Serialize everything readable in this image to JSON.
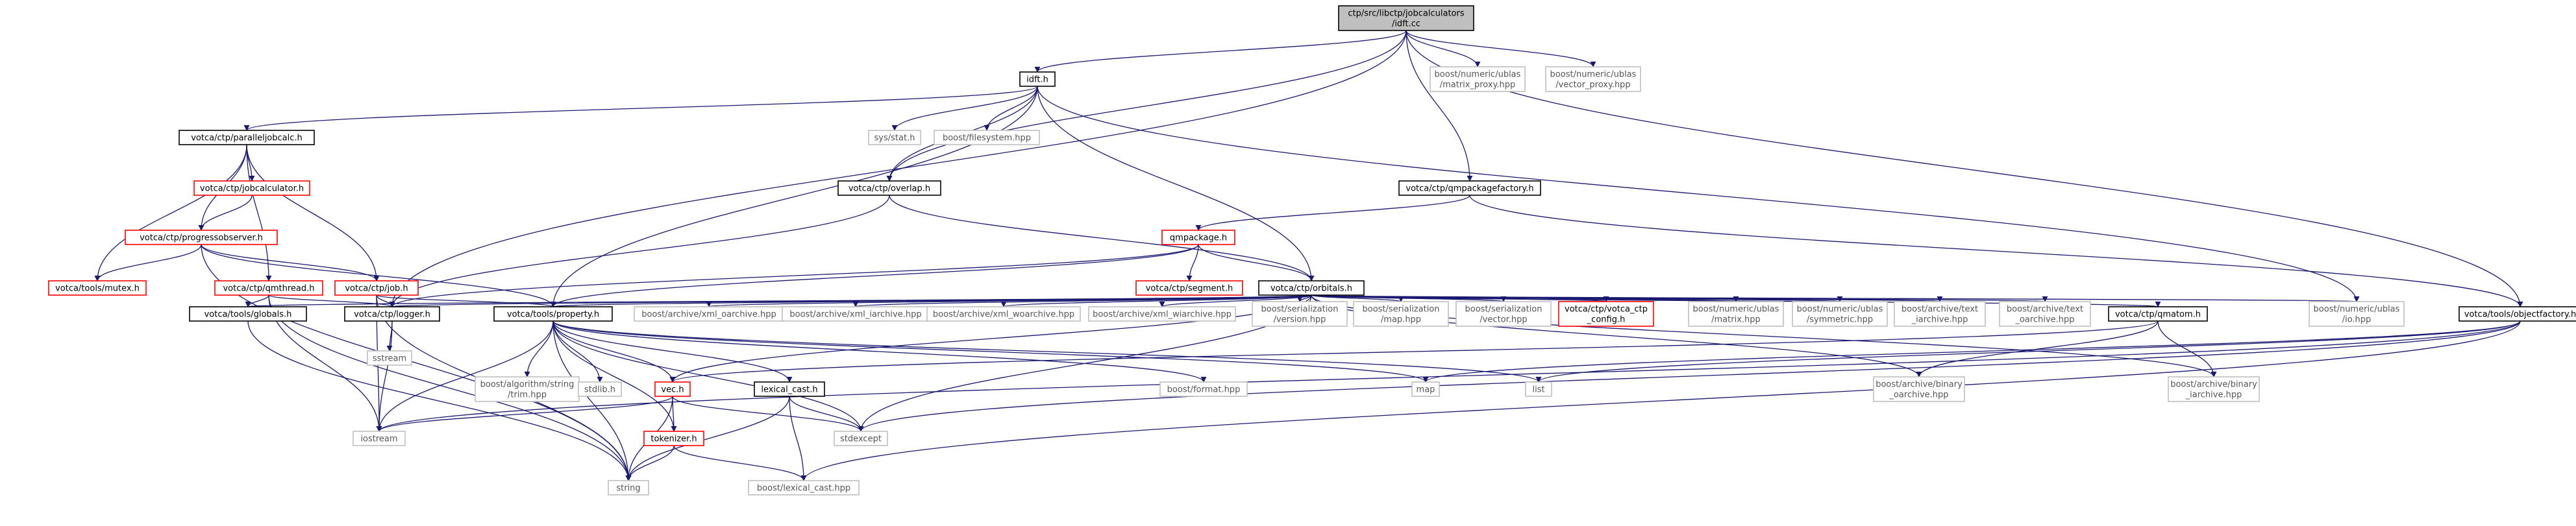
{
  "colors": {
    "edge": "#191970",
    "root_fill": "#bfbfbf",
    "normal_border": "#000000",
    "red_border": "#ff0000",
    "ext_border": "#bfbfbf"
  },
  "nodes": [
    {
      "id": "root",
      "lines": [
        "ctp/src/libctp/jobcalculators",
        "/idft.cc"
      ],
      "style": "root"
    },
    {
      "id": "idft",
      "lines": [
        "idft.h"
      ],
      "style": "normal"
    },
    {
      "id": "ublas_matrix_proxy",
      "lines": [
        "boost/numeric/ublas",
        "/matrix_proxy.hpp"
      ],
      "style": "ext"
    },
    {
      "id": "ublas_vector_proxy",
      "lines": [
        "boost/numeric/ublas",
        "/vector_proxy.hpp"
      ],
      "style": "ext"
    },
    {
      "id": "paralleljobcalc",
      "lines": [
        "votca/ctp/paralleljobcalc.h"
      ],
      "style": "normal"
    },
    {
      "id": "sysstat",
      "lines": [
        "sys/stat.h"
      ],
      "style": "ext"
    },
    {
      "id": "filesystem",
      "lines": [
        "boost/filesystem.hpp"
      ],
      "style": "ext"
    },
    {
      "id": "jobcalculator",
      "lines": [
        "votca/ctp/jobcalculator.h"
      ],
      "style": "red"
    },
    {
      "id": "overlap",
      "lines": [
        "votca/ctp/overlap.h"
      ],
      "style": "normal"
    },
    {
      "id": "gmpackagefactory",
      "lines": [
        "votca/ctp/qmpackagefactory.h"
      ],
      "style": "normal"
    },
    {
      "id": "progressobserver",
      "lines": [
        "votca/ctp/progressobserver.h"
      ],
      "style": "red"
    },
    {
      "id": "qmpackage",
      "lines": [
        "qmpackage.h"
      ],
      "style": "red"
    },
    {
      "id": "mutex",
      "lines": [
        "votca/tools/mutex.h"
      ],
      "style": "red"
    },
    {
      "id": "qmthread",
      "lines": [
        "votca/ctp/qmthread.h"
      ],
      "style": "red"
    },
    {
      "id": "job",
      "lines": [
        "votca/ctp/job.h"
      ],
      "style": "red"
    },
    {
      "id": "segment",
      "lines": [
        "votca/ctp/segment.h"
      ],
      "style": "red"
    },
    {
      "id": "orbitals",
      "lines": [
        "votca/ctp/orbitals.h"
      ],
      "style": "normal"
    },
    {
      "id": "globals",
      "lines": [
        "votca/tools/globals.h"
      ],
      "style": "normal"
    },
    {
      "id": "logger",
      "lines": [
        "votca/ctp/logger.h"
      ],
      "style": "normal"
    },
    {
      "id": "property",
      "lines": [
        "votca/tools/property.h"
      ],
      "style": "normal"
    },
    {
      "id": "xml_oarchive",
      "lines": [
        "boost/archive/xml_oarchive.hpp"
      ],
      "style": "ext"
    },
    {
      "id": "xml_iarchive",
      "lines": [
        "boost/archive/xml_iarchive.hpp"
      ],
      "style": "ext"
    },
    {
      "id": "xml_woarchive",
      "lines": [
        "boost/archive/xml_woarchive.hpp"
      ],
      "style": "ext"
    },
    {
      "id": "xml_wiarchive",
      "lines": [
        "boost/archive/xml_wiarchive.hpp"
      ],
      "style": "ext"
    },
    {
      "id": "ser_version",
      "lines": [
        "boost/serialization",
        "/version.hpp"
      ],
      "style": "ext"
    },
    {
      "id": "ser_map",
      "lines": [
        "boost/serialization",
        "/map.hpp"
      ],
      "style": "ext"
    },
    {
      "id": "ser_vector",
      "lines": [
        "boost/serialization",
        "/vector.hpp"
      ],
      "style": "ext"
    },
    {
      "id": "votca_ctp_config",
      "lines": [
        "votca/ctp/votca_ctp",
        "_config.h"
      ],
      "style": "red"
    },
    {
      "id": "ublas_matrix",
      "lines": [
        "boost/numeric/ublas",
        "/matrix.hpp"
      ],
      "style": "ext"
    },
    {
      "id": "ublas_symmetric",
      "lines": [
        "boost/numeric/ublas",
        "/symmetric.hpp"
      ],
      "style": "ext"
    },
    {
      "id": "text_iarchive",
      "lines": [
        "boost/archive/text",
        "_iarchive.hpp"
      ],
      "style": "ext"
    },
    {
      "id": "text_oarchive",
      "lines": [
        "boost/archive/text",
        "_oarchive.hpp"
      ],
      "style": "ext"
    },
    {
      "id": "qmatom",
      "lines": [
        "votca/ctp/qmatom.h"
      ],
      "style": "normal"
    },
    {
      "id": "ublas_io",
      "lines": [
        "boost/numeric/ublas",
        "/io.hpp"
      ],
      "style": "ext"
    },
    {
      "id": "objectfactory",
      "lines": [
        "votca/tools/objectfactory.h"
      ],
      "style": "normal"
    },
    {
      "id": "sstream",
      "lines": [
        "sstream"
      ],
      "style": "ext"
    },
    {
      "id": "algorithm_trim",
      "lines": [
        "boost/algorithm/string",
        "/trim.hpp"
      ],
      "style": "ext"
    },
    {
      "id": "stdlib",
      "lines": [
        "stdlib.h"
      ],
      "style": "ext"
    },
    {
      "id": "vec",
      "lines": [
        "vec.h"
      ],
      "style": "red"
    },
    {
      "id": "lexical_cast_h",
      "lines": [
        "lexical_cast.h"
      ],
      "style": "normal"
    },
    {
      "id": "format",
      "lines": [
        "boost/format.hpp"
      ],
      "style": "ext"
    },
    {
      "id": "map",
      "lines": [
        "map"
      ],
      "style": "ext"
    },
    {
      "id": "list",
      "lines": [
        "list"
      ],
      "style": "ext"
    },
    {
      "id": "binary_oarchive",
      "lines": [
        "boost/archive/binary",
        "_oarchive.hpp"
      ],
      "style": "ext"
    },
    {
      "id": "binary_iarchive",
      "lines": [
        "boost/archive/binary",
        "_iarchive.hpp"
      ],
      "style": "ext"
    },
    {
      "id": "iostream",
      "lines": [
        "iostream"
      ],
      "style": "ext"
    },
    {
      "id": "tokenizer",
      "lines": [
        "tokenizer.h"
      ],
      "style": "red"
    },
    {
      "id": "stdexcept",
      "lines": [
        "stdexcept"
      ],
      "style": "ext"
    },
    {
      "id": "string",
      "lines": [
        "string"
      ],
      "style": "ext"
    },
    {
      "id": "lexical_cast_hpp",
      "lines": [
        "boost/lexical_cast.hpp"
      ],
      "style": "ext"
    }
  ],
  "edges": [
    [
      "root",
      "idft"
    ],
    [
      "root",
      "ublas_matrix_proxy"
    ],
    [
      "root",
      "ublas_vector_proxy"
    ],
    [
      "root",
      "overlap"
    ],
    [
      "root",
      "gmpackagefactory"
    ],
    [
      "root",
      "logger"
    ],
    [
      "root",
      "objectfactory"
    ],
    [
      "idft",
      "paralleljobcalc"
    ],
    [
      "idft",
      "sysstat"
    ],
    [
      "idft",
      "filesystem"
    ],
    [
      "idft",
      "overlap"
    ],
    [
      "idft",
      "orbitals"
    ],
    [
      "idft",
      "property"
    ],
    [
      "idft",
      "ublas_io"
    ],
    [
      "paralleljobcalc",
      "jobcalculator"
    ],
    [
      "paralleljobcalc",
      "progressobserver"
    ],
    [
      "paralleljobcalc",
      "mutex"
    ],
    [
      "paralleljobcalc",
      "qmthread"
    ],
    [
      "paralleljobcalc",
      "job"
    ],
    [
      "jobcalculator",
      "progressobserver"
    ],
    [
      "progressobserver",
      "mutex"
    ],
    [
      "progressobserver",
      "job"
    ],
    [
      "progressobserver",
      "property"
    ],
    [
      "progressobserver",
      "string"
    ],
    [
      "overlap",
      "orbitals"
    ],
    [
      "overlap",
      "logger"
    ],
    [
      "gmpackagefactory",
      "qmpackage"
    ],
    [
      "gmpackagefactory",
      "objectfactory"
    ],
    [
      "qmpackage",
      "segment"
    ],
    [
      "qmpackage",
      "orbitals"
    ],
    [
      "qmpackage",
      "logger"
    ],
    [
      "qmpackage",
      "property"
    ],
    [
      "qmthread",
      "globals"
    ],
    [
      "qmthread",
      "logger"
    ],
    [
      "qmthread",
      "iostream"
    ],
    [
      "qmthread",
      "string"
    ],
    [
      "job",
      "property"
    ],
    [
      "job",
      "logger"
    ],
    [
      "job",
      "iostream"
    ],
    [
      "job",
      "string"
    ],
    [
      "orbitals",
      "globals"
    ],
    [
      "orbitals",
      "logger"
    ],
    [
      "orbitals",
      "property"
    ],
    [
      "orbitals",
      "xml_oarchive"
    ],
    [
      "orbitals",
      "xml_iarchive"
    ],
    [
      "orbitals",
      "xml_woarchive"
    ],
    [
      "orbitals",
      "xml_wiarchive"
    ],
    [
      "orbitals",
      "ser_version"
    ],
    [
      "orbitals",
      "ser_map"
    ],
    [
      "orbitals",
      "ser_vector"
    ],
    [
      "orbitals",
      "votca_ctp_config"
    ],
    [
      "orbitals",
      "ublas_matrix"
    ],
    [
      "orbitals",
      "ublas_symmetric"
    ],
    [
      "orbitals",
      "text_iarchive"
    ],
    [
      "orbitals",
      "text_oarchive"
    ],
    [
      "orbitals",
      "qmatom"
    ],
    [
      "orbitals",
      "ublas_io"
    ],
    [
      "orbitals",
      "binary_oarchive"
    ],
    [
      "orbitals",
      "binary_iarchive"
    ],
    [
      "orbitals",
      "vec"
    ],
    [
      "orbitals",
      "stdexcept"
    ],
    [
      "globals",
      "string"
    ],
    [
      "logger",
      "sstream"
    ],
    [
      "logger",
      "iostream"
    ],
    [
      "property",
      "algorithm_trim"
    ],
    [
      "property",
      "stdlib"
    ],
    [
      "property",
      "vec"
    ],
    [
      "property",
      "lexical_cast_h"
    ],
    [
      "property",
      "format"
    ],
    [
      "property",
      "map"
    ],
    [
      "property",
      "list"
    ],
    [
      "property",
      "iostream"
    ],
    [
      "property",
      "tokenizer"
    ],
    [
      "property",
      "string"
    ],
    [
      "property",
      "stdexcept"
    ],
    [
      "qmatom",
      "vec"
    ],
    [
      "qmatom",
      "binary_oarchive"
    ],
    [
      "qmatom",
      "binary_iarchive"
    ],
    [
      "vec",
      "iostream"
    ],
    [
      "vec",
      "tokenizer"
    ],
    [
      "vec",
      "string"
    ],
    [
      "vec",
      "stdexcept"
    ],
    [
      "lexical_cast_h",
      "lexical_cast_hpp"
    ],
    [
      "lexical_cast_h",
      "string"
    ],
    [
      "lexical_cast_h",
      "stdexcept"
    ],
    [
      "tokenizer",
      "string"
    ],
    [
      "tokenizer",
      "lexical_cast_hpp"
    ],
    [
      "objectfactory",
      "map"
    ],
    [
      "objectfactory",
      "list"
    ],
    [
      "objectfactory",
      "iostream"
    ],
    [
      "objectfactory",
      "stdexcept"
    ],
    [
      "objectfactory",
      "lexical_cast_hpp"
    ]
  ]
}
